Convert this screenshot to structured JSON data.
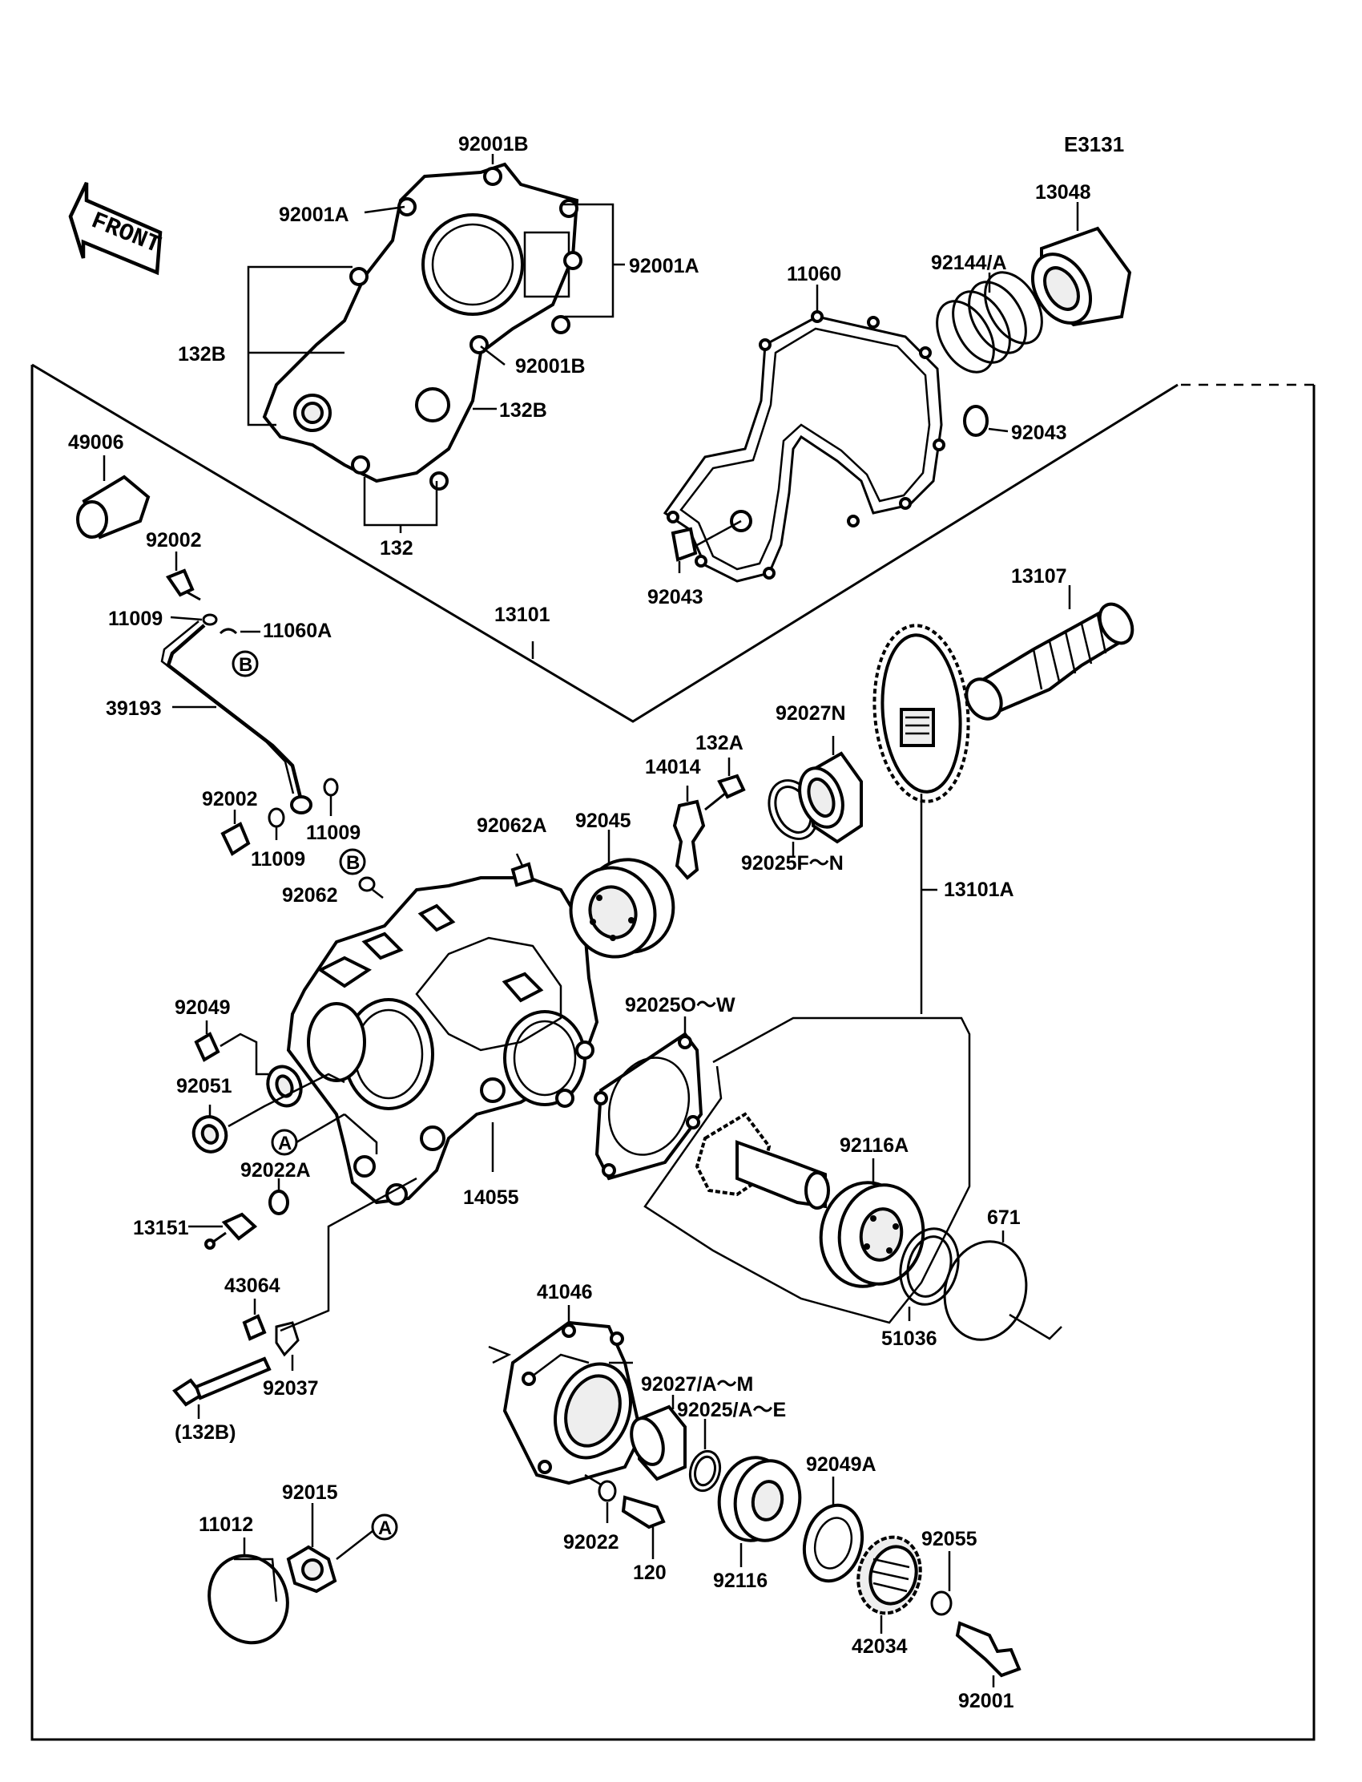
{
  "diagram": {
    "code": "E3131",
    "front_arrow": "FRONT",
    "circle_markers": [
      "A",
      "B"
    ],
    "part_labels": [
      "92001B",
      "92001A",
      "92001A",
      "92001B",
      "132B",
      "132B",
      "132",
      "11060",
      "92144/A",
      "13048",
      "92043",
      "92043",
      "49006",
      "92002",
      "11009",
      "11060A",
      "13101",
      "13107",
      "39193",
      "92002",
      "11009",
      "11009",
      "92062A",
      "92045",
      "14014",
      "132A",
      "92027N",
      "92025F～N",
      "92062",
      "13101A",
      "92049",
      "92025O～W",
      "92051",
      "92116A",
      "92022A",
      "14055",
      "671",
      "13151",
      "51036",
      "43064",
      "41046",
      "92037",
      "92027/A～M",
      "(132B)",
      "92025/A～E",
      "92049A",
      "92015",
      "11012",
      "92055",
      "92022",
      "120",
      "92116",
      "42034",
      "92001"
    ]
  }
}
